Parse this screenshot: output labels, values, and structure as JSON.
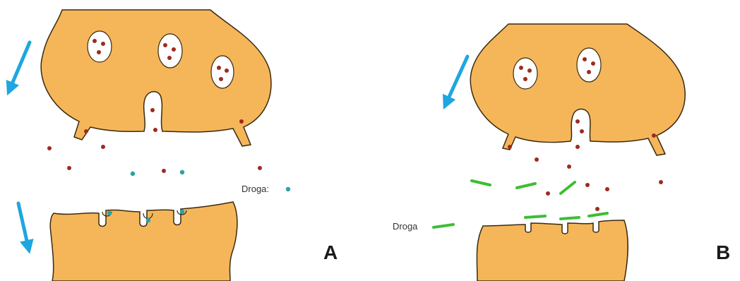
{
  "panels": [
    {
      "id": "A",
      "label": "A",
      "drug_label": "Droga:"
    },
    {
      "id": "B",
      "label": "B",
      "drug_label": "Droga"
    }
  ],
  "colors": {
    "neuron_fill": "#F5B65A",
    "neuron_stroke": "#3a2a10",
    "arrow": "#1EA6E0",
    "neurotransmitter": "#9E2B1F",
    "drug_A": "#2BA3A3",
    "drug_B": "#3DBE34",
    "vesicle_fill": "#ffffff"
  }
}
